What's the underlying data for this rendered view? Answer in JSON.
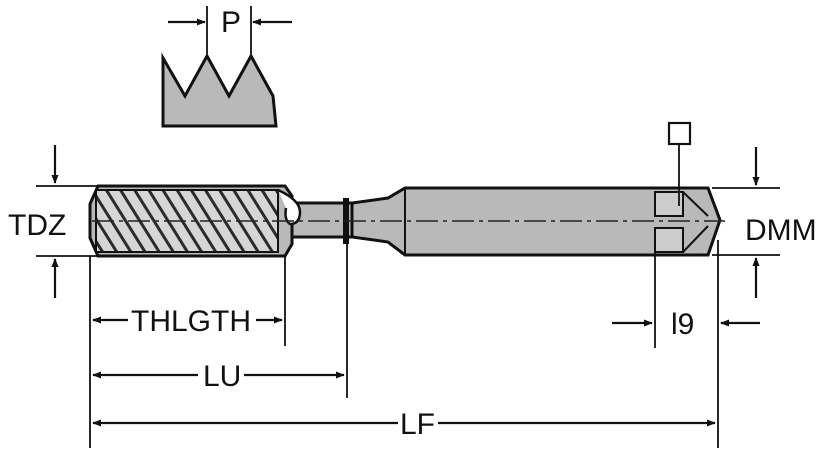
{
  "labels": {
    "pitch": "P",
    "thread_diameter": "TDZ",
    "shank_diameter": "DMM",
    "thread_length": "THLGTH",
    "usable_length": "LU",
    "overall_length": "LF",
    "square_length": "l9"
  },
  "colors": {
    "body": "#b9b9b9",
    "line": "#111111",
    "background": "#ffffff"
  },
  "icons": {
    "square_symbol": "square-icon",
    "thread_profile": "thread-profile-icon"
  }
}
